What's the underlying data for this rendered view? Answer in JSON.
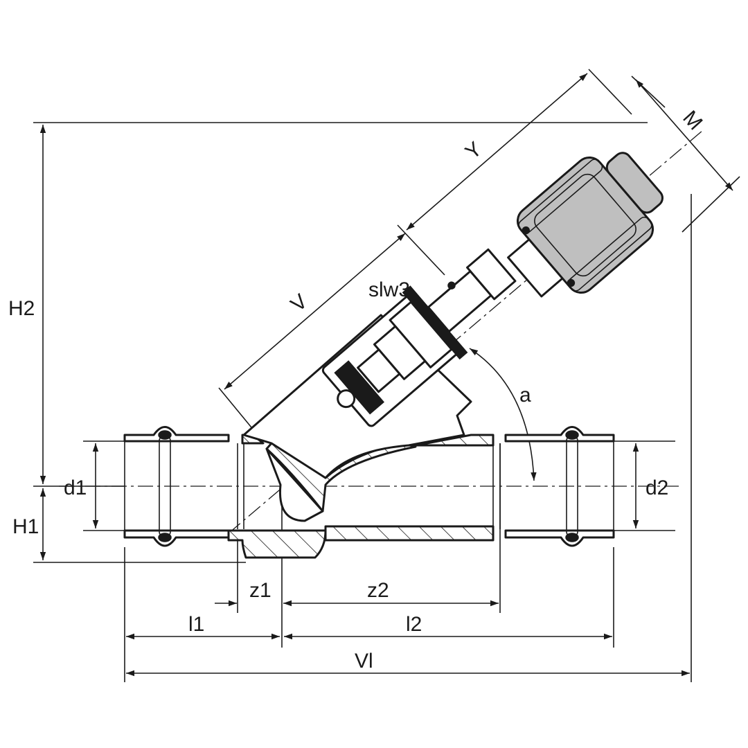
{
  "labels": {
    "H2": "H2",
    "H1": "H1",
    "d1": "d1",
    "d2": "d2",
    "V": "V",
    "Y": "Y",
    "M": "M",
    "slw3": "slw3",
    "a": "a",
    "z1": "z1",
    "z2": "z2",
    "l1": "l1",
    "l2": "l2",
    "Vl": "Vl"
  }
}
